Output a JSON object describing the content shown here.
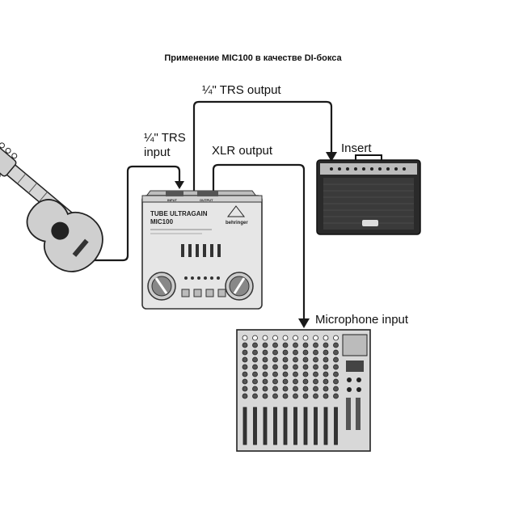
{
  "title": "Применение MIC100 в качестве DI-бокса",
  "labels": {
    "trs_output": "¼\" TRS output",
    "trs_input_line1": "¼\" TRS",
    "trs_input_line2": "input",
    "xlr_output": "XLR output",
    "insert": "Insert",
    "microphone_input": "Microphone input"
  },
  "device": {
    "name_line1": "TUBE ULTRAGAIN",
    "name_line2": "MIC100",
    "brand": "behringer",
    "jack_input": "INPUT",
    "jack_output": "OUTPUT"
  },
  "colors": {
    "cable": "#1a1a1a",
    "device_body": "#e6e6e6",
    "amp_body": "#2a2a2a",
    "mixer_body": "#d8d8d8"
  }
}
